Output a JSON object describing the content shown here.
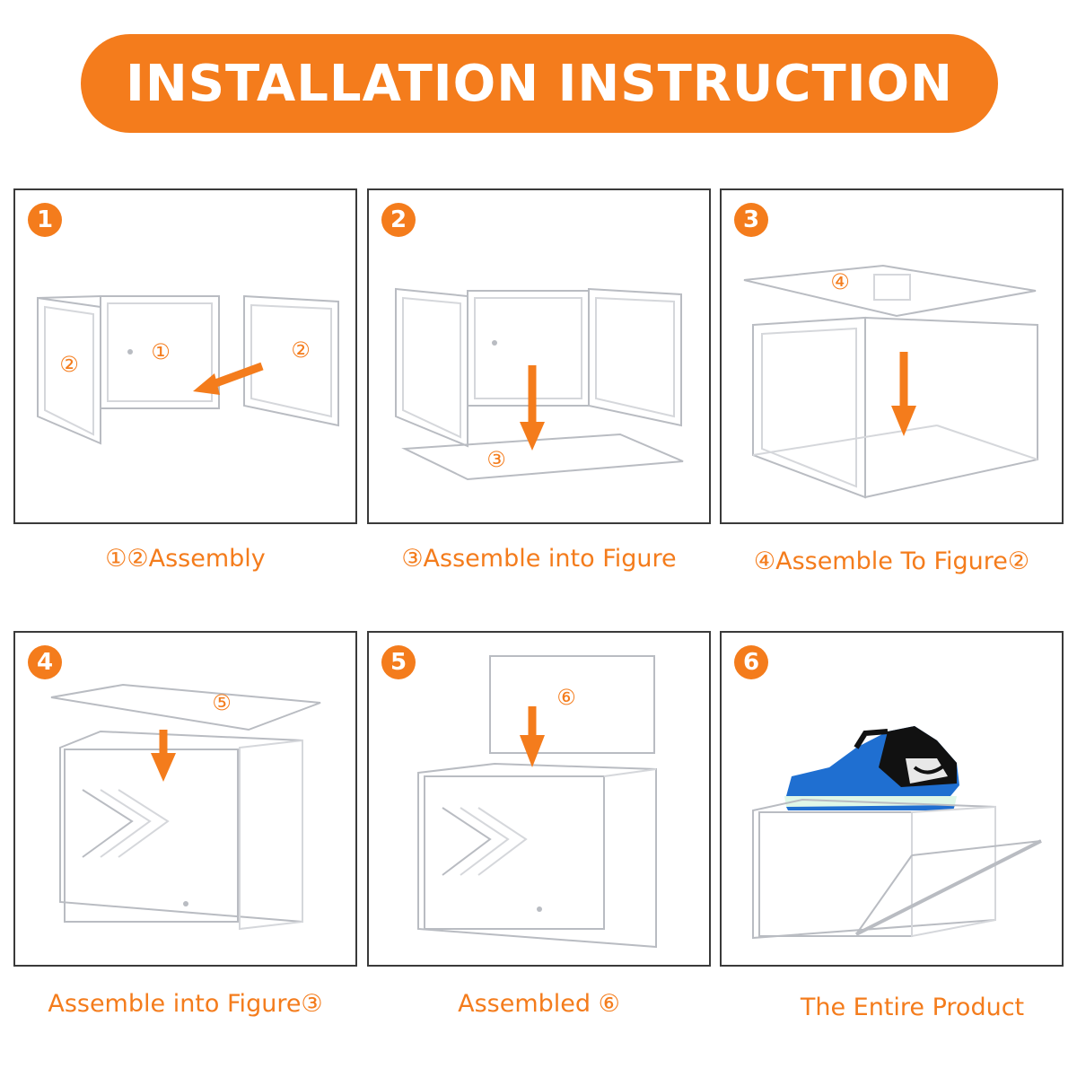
{
  "title": "INSTALLATION INSTRUCTION",
  "accent_color": "#f47c1c",
  "steps": [
    {
      "number": "1",
      "caption": "①②Assembly",
      "parts": [
        "②",
        "①",
        "②"
      ]
    },
    {
      "number": "2",
      "caption": "③Assemble into Figure",
      "parts": [
        "③"
      ]
    },
    {
      "number": "3",
      "caption": "④Assemble To Figure②",
      "parts": [
        "④"
      ]
    },
    {
      "number": "4",
      "caption": "Assemble into Figure③",
      "parts": [
        "⑤"
      ]
    },
    {
      "number": "5",
      "caption": "Assembled ⑥",
      "parts": [
        "⑥"
      ]
    },
    {
      "number": "6",
      "caption": "The Entire Product",
      "parts": []
    }
  ]
}
